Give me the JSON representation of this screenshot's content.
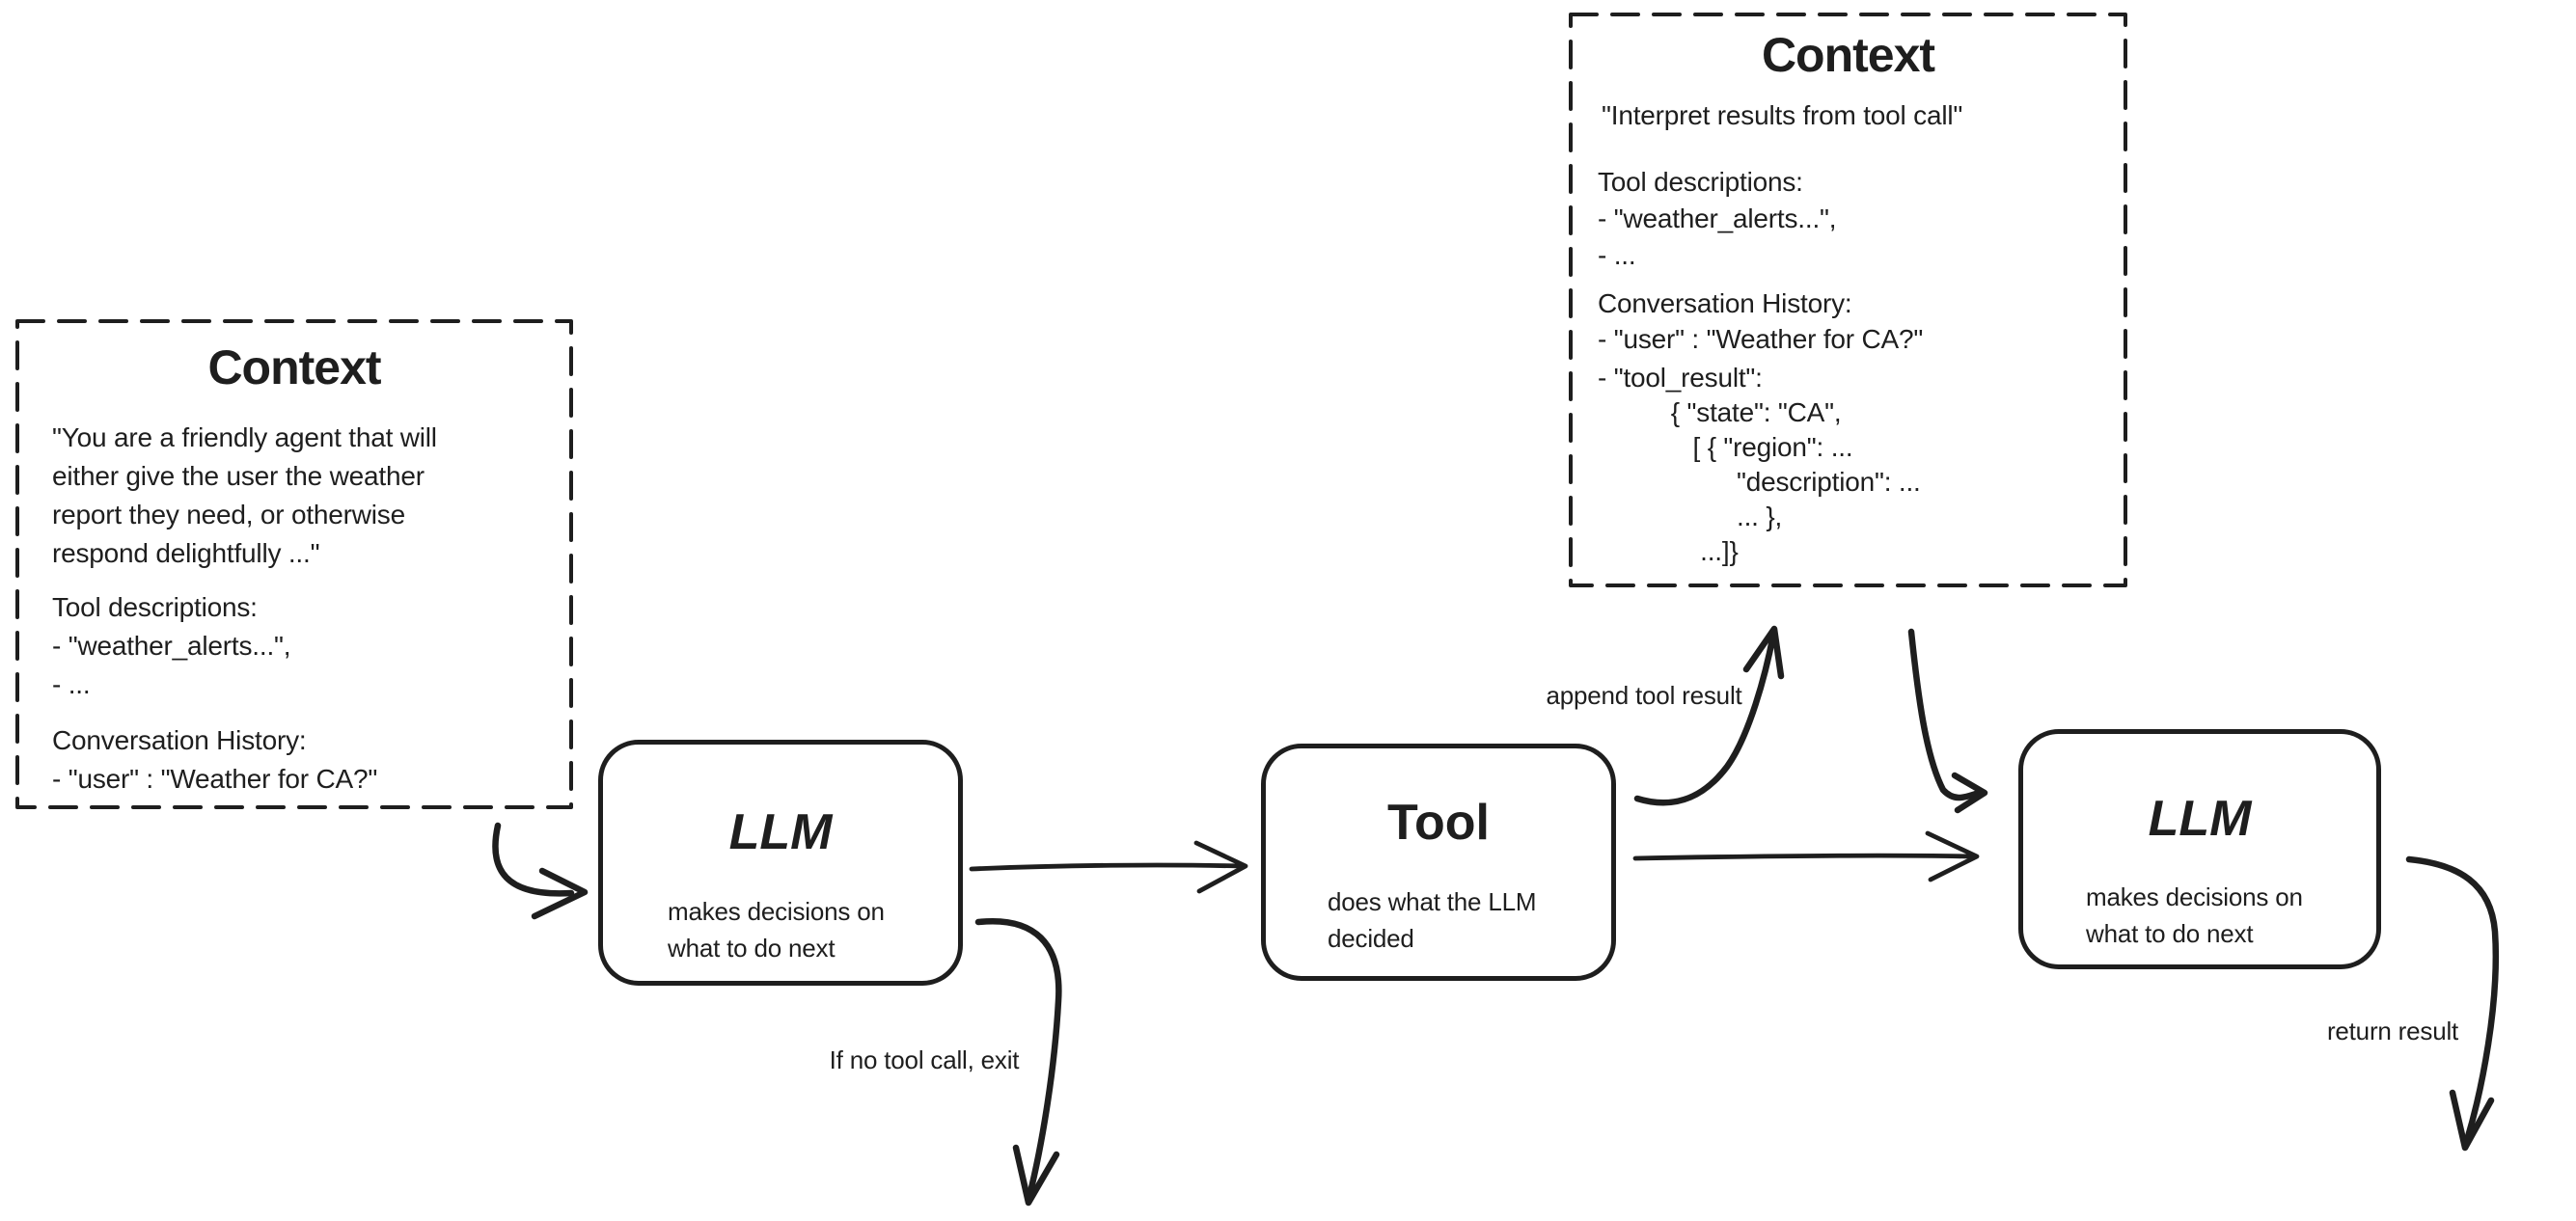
{
  "colors": {
    "stroke": "#1e1e1e",
    "background": "#ffffff"
  },
  "context_left": {
    "title": "Context",
    "system_prompt": "\"You are a friendly agent that will\neither give the user the weather\nreport they need, or otherwise\nrespond delightfully ...\"",
    "tool_descriptions": "Tool descriptions:\n- \"weather_alerts...\",\n- ...",
    "conversation_history": "Conversation History:\n- \"user\" : \"Weather for CA?\""
  },
  "context_right": {
    "title": "Context",
    "instruction": "\"Interpret results from tool call\"",
    "tool_descriptions": "Tool descriptions:\n- \"weather_alerts...\",\n- ...",
    "conversation_history": "Conversation History:\n- \"user\" : \"Weather for CA?\"",
    "tool_result": "- \"tool_result\":\n          { \"state\": \"CA\",\n             [ { \"region\": ...\n                   \"description\": ...\n                   ... },\n              ...]}"
  },
  "nodes": {
    "llm1": {
      "title": "LLM",
      "subtitle": "makes decisions on\nwhat to do next"
    },
    "tool": {
      "title": "Tool",
      "subtitle": "does what the LLM\ndecided"
    },
    "llm2": {
      "title": "LLM",
      "subtitle": "makes decisions on\nwhat to do next"
    }
  },
  "edge_labels": {
    "append_tool_result": "append tool result",
    "no_tool_call_exit": "If no tool call, exit",
    "return_result": "return result"
  }
}
